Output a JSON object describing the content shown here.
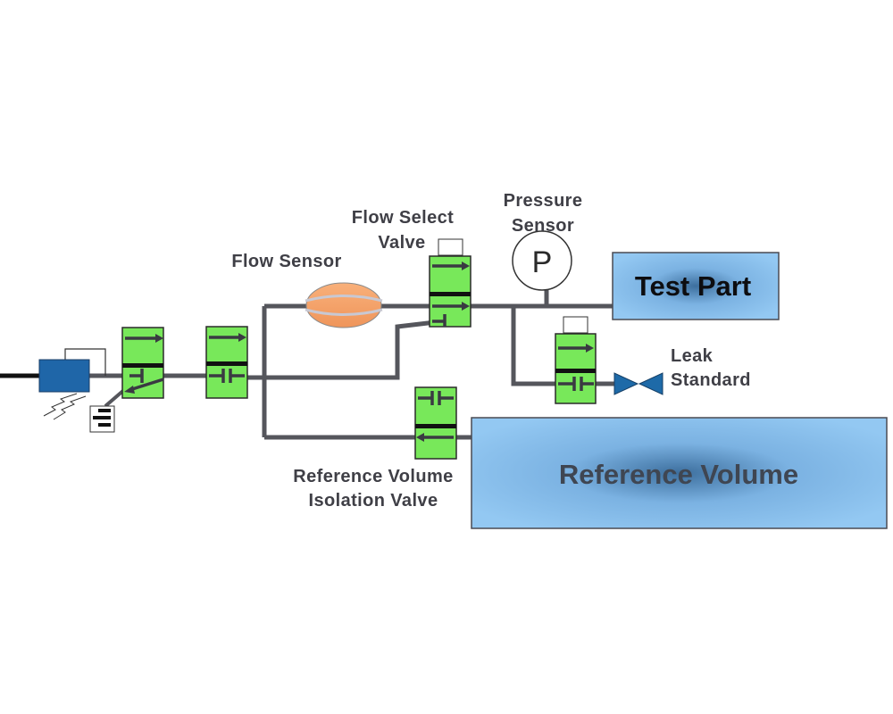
{
  "labels": {
    "flow_select_line1": "Flow Select",
    "flow_select_line2": "Valve",
    "pressure_line1": "Pressure",
    "pressure_line2": "Sensor",
    "pressure_symbol": "P",
    "flow_sensor": "Flow Sensor",
    "test_part": "Test Part",
    "leak_line1": "Leak",
    "leak_line2": "Standard",
    "ref_iso_line1": "Reference Volume",
    "ref_iso_line2": "Isolation Valve",
    "reference_volume": "Reference Volume"
  },
  "colors": {
    "valve_green": "#78e85a",
    "pipe_gray": "#55565c",
    "tank_blue": "#8ec4ef",
    "flow_sensor_orange": "#f7a46b",
    "regulator_blue": "#1f66a8",
    "leak_valve_blue": "#1e6aa8"
  },
  "icons": {
    "pressure_regulator": "regulator-icon",
    "exhaust_muffler": "muffler-icon",
    "pressure_gauge": "pressure-gauge-icon",
    "leak_valve": "needle-valve-icon",
    "flow_sensor": "flow-sensor-icon"
  }
}
